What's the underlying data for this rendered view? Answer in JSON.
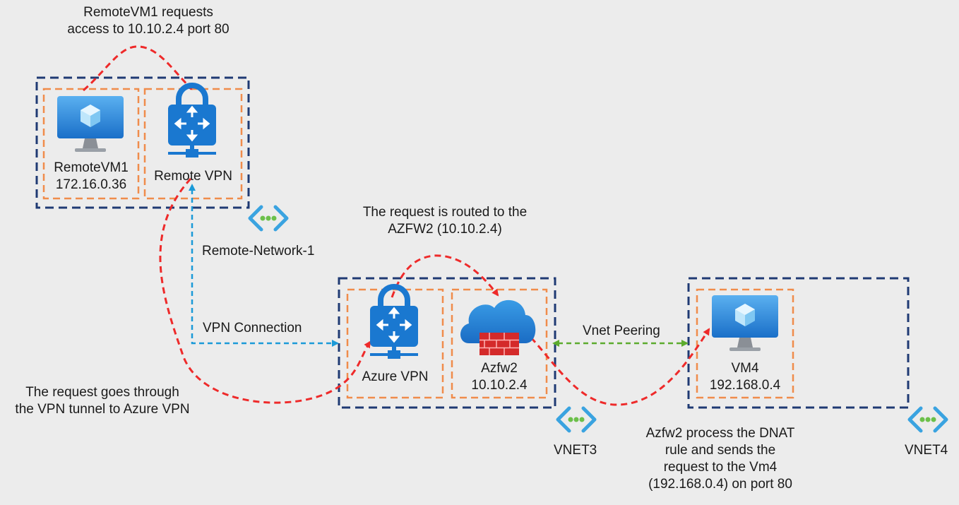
{
  "annotations": {
    "step1": [
      "RemoteVM1 requests",
      "access to 10.10.2.4 port 80"
    ],
    "step2": [
      "The request goes through",
      "the VPN tunnel to Azure VPN"
    ],
    "step3": [
      "The request is routed to the",
      "AZFW2 (10.10.2.4)"
    ],
    "step4": [
      "Azfw2 process the DNAT",
      "rule and sends the",
      "request to the Vm4",
      "(192.168.0.4) on port 80"
    ]
  },
  "nodes": {
    "remote_vm1": {
      "name": "RemoteVM1",
      "ip": "172.16.0.36"
    },
    "remote_vpn": {
      "name": "Remote VPN"
    },
    "azure_vpn": {
      "name": "Azure VPN"
    },
    "azfw2": {
      "name": "Azfw2",
      "ip": "10.10.2.4"
    },
    "vm4": {
      "name": "VM4",
      "ip": "192.168.0.4"
    }
  },
  "networks": {
    "remote": "Remote-Network-1",
    "vnet3": "VNET3",
    "vnet4": "VNET4"
  },
  "connections": {
    "vpn": "VPN Connection",
    "peering": "Vnet Peering"
  },
  "colors": {
    "vnet_border": "#1f3a73",
    "subnet_border": "#f08c4b",
    "request_flow": "#ee2a2a",
    "vpn_link": "#1b9ad8",
    "peering_link": "#5cab2e",
    "icon_blue": "#1a78d0"
  }
}
